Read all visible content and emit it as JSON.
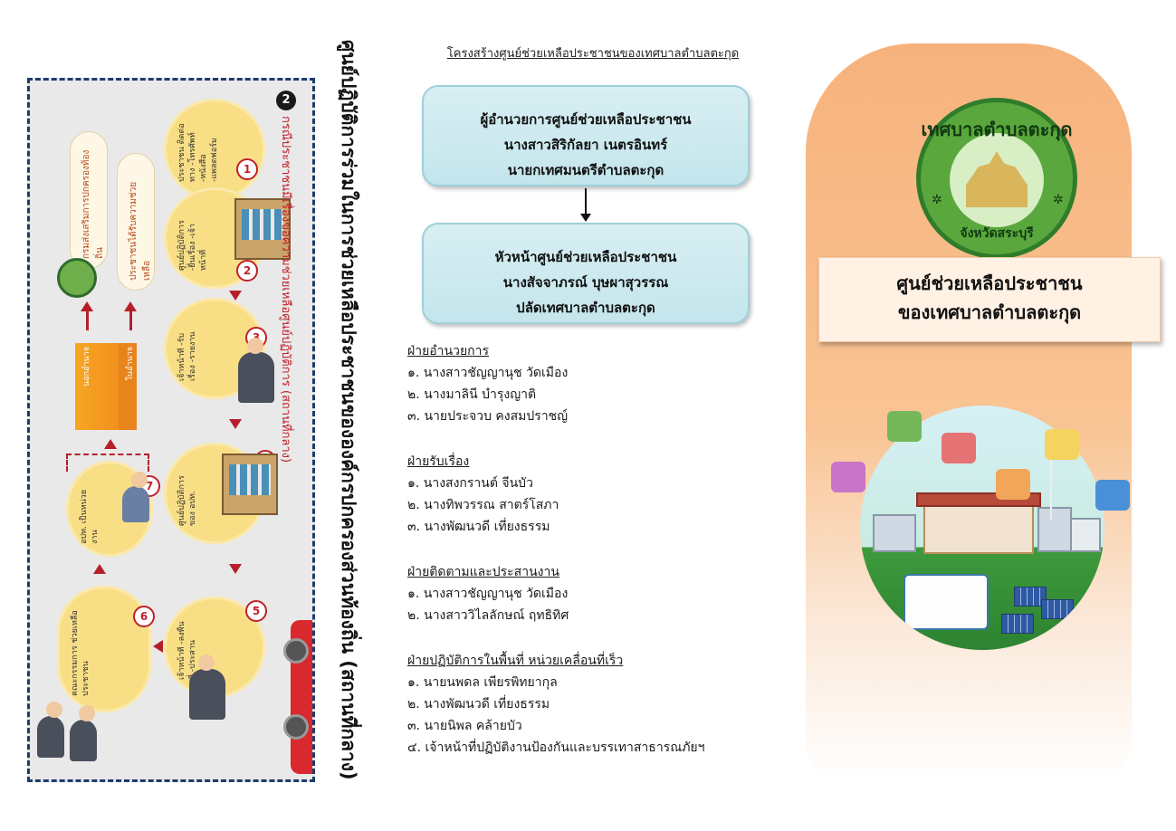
{
  "left_panel": {
    "badge": "2",
    "red_title": "กรณีประชาชนมีเรื่องขอความช่วยเหลือศูนย์ปฏิบัติการ (สถานที่กลาง)",
    "steps": [
      {
        "num": "1",
        "text": "ประชาชน ติดต่อทาง -โทรศัพท์ -หนังสือ -แพลตฟอร์ม"
      },
      {
        "num": "2",
        "text": "ศูนย์ปฏิบัติการ -ยื่นเรื่อง -เจ้าหน้าที่"
      },
      {
        "num": "3",
        "text": "เจ้าหน้าที่ -รับเรื่อง -รายงาน"
      },
      {
        "num": "4",
        "text": "ศูนย์ปฏิบัติการ ของ อปท."
      },
      {
        "num": "5",
        "text": "เจ้าหน้าที่ -ลงพื้นที่ -ประสาน"
      },
      {
        "num": "6",
        "text": "คณะกรรมการ ช่วยเหลือประชาชน"
      },
      {
        "num": "7",
        "text": "อปท. เป็นหน่วยงาน"
      }
    ],
    "outcomes": [
      "ประชาชนได้รับความช่วยเหลือ",
      "กรมส่งเสริมการปกครองท้องถิ่น"
    ],
    "bars": [
      "ในอำนาจ",
      "นอกอำนาจ"
    ]
  },
  "vertical_title": "ศูนย์ปฏิบัติการร่วมในการช่วยเหลือประชาชนขององค์กรปกครองส่วนท้องถิ่น (สถานที่กลาง)",
  "org": {
    "title": "โครงสร้างศูนย์ช่วยเหลือประชาชนของเทศบาลตำบลตะกุด",
    "director": {
      "position": "ผู้อำนวยการศูนย์ช่วยเหลือประชาชน",
      "name": "นางสาวสิริกัลยา  เนตรอินทร์",
      "role": "นายกเทศมนตรีตำบลตะกุด"
    },
    "head": {
      "position": "หัวหน้าศูนย์ช่วยเหลือประชาชน",
      "name": "นางสัจจาภรณ์  บุษผาสุวรรณ",
      "role": "ปลัดเทศบาลตำบลตะกุด"
    },
    "departments": [
      {
        "title": "ฝ่ายอำนวยการ",
        "members": [
          "๑. นางสาวชัญญานุช  วัดเมือง",
          "๒. นางมาลินี  บำรุงญาติ",
          "๓. นายประจวบ คงสมปราชญ์"
        ]
      },
      {
        "title": "ฝ่ายรับเรื่อง",
        "members": [
          "๑. นางสงกรานต์  จีนบัว",
          "๒. นางทิพวรรณ สาตร์โสภา",
          "๓. นางพัฒนวดี เที่ยงธรรม"
        ]
      },
      {
        "title": "ฝ่ายติดตามและประสานงาน",
        "members": [
          "๑. นางสาวชัญญานุช  วัดเมือง",
          "๒. นางสาววิไลลักษณ์ ฤทธิทิศ"
        ]
      },
      {
        "title": "ฝ่ายปฏิบัติการในพื้นที่  หน่วยเคลื่อนที่เร็ว",
        "members": [
          "๑. นายนพดล เพียรพิทยากุล",
          "๒. นางพัฒนวดี เที่ยงธรรม",
          "๓. นายนิพล  คล้ายบัว",
          "๔. เจ้าหน้าที่ปฏิบัติงานป้องกันและบรรเทาสาธารณภัยฯ"
        ]
      }
    ]
  },
  "cover": {
    "seal_top": "เทศบาลตำบลตะกุด",
    "seal_bottom": "จังหวัดสระบุรี",
    "title_line1": "ศูนย์ช่วยเหลือประชาชน",
    "title_line2": "ของเทศบาลตำบลตะกุด"
  },
  "colors": {
    "cover_peach": "#f7b27c",
    "org_box": "#c3e5ec",
    "accent_red": "#b51f2a",
    "step_yellow": "#f8df86",
    "seal_green": "#5aa83d"
  }
}
